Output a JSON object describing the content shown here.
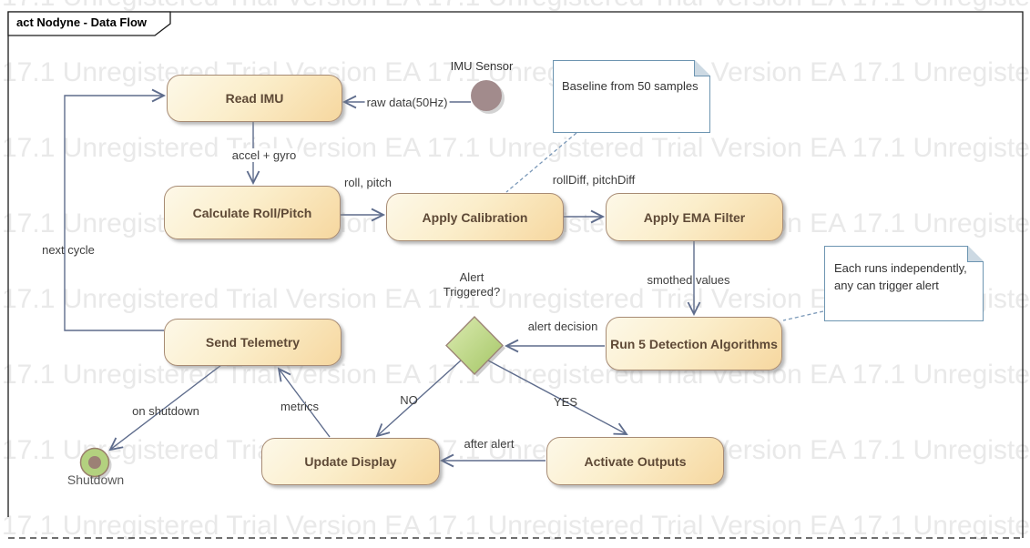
{
  "frame": {
    "title": "act Nodyne  - Data Flow"
  },
  "watermark": {
    "text": "17.1 Unregistered Trial Version  EA 17.1 Unregistered Trial Version  EA 17.1 Unregistered Trial",
    "color": "#e9e9e9"
  },
  "nodes": {
    "read_imu": {
      "label": "Read IMU"
    },
    "calc_roll_pitch": {
      "label": "Calculate Roll/Pitch"
    },
    "apply_calibration": {
      "label": "Apply Calibration"
    },
    "apply_ema": {
      "label": "Apply EMA Filter"
    },
    "run_detection": {
      "label": "Run 5 Detection Algorithms"
    },
    "send_telemetry": {
      "label": "Send Telemetry"
    },
    "update_display": {
      "label": "Update Display"
    },
    "activate_outputs": {
      "label": "Activate Outputs"
    }
  },
  "sensor": {
    "label": "IMU Sensor"
  },
  "shutdown": {
    "label": "Shutdown"
  },
  "decision": {
    "line1": "Alert",
    "line2": "Triggered?"
  },
  "notes": {
    "baseline": "Baseline from 50 samples",
    "independent_line1": "Each runs independently,",
    "independent_line2": "any can trigger alert"
  },
  "edge_labels": {
    "raw_data": "raw data(50Hz)",
    "accel_gyro": "accel + gyro",
    "roll_pitch": "roll, pitch",
    "rolldiff": "rollDiff, pitchDiff",
    "smoothed": "smothed values",
    "alert_decision": "alert decision",
    "no": "NO",
    "yes": "YES",
    "after_alert": "after alert",
    "metrics": "metrics",
    "on_shutdown": "on shutdown",
    "next_cycle": "next cycle"
  },
  "colors": {
    "node_fill_top": "#fdf8e8",
    "node_fill_bottom": "#f6d79f",
    "node_border": "#a78b74",
    "node_text": "#5e4936",
    "edge_line": "#5e6c8c",
    "note_border": "#6d95b1",
    "diamond_fill_light": "#d9e8ab",
    "diamond_fill_dark": "#a4c665",
    "sensor_fill": "#a28b8c",
    "final_outer": "#b3d17f",
    "final_inner": "#9c8175",
    "watermark": "#e9e9e9"
  }
}
